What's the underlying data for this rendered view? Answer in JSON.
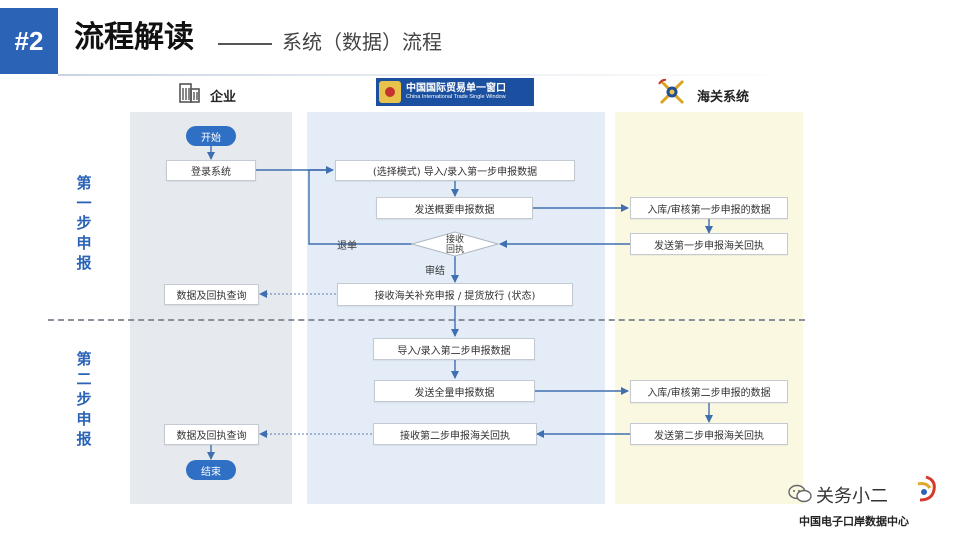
{
  "header": {
    "slide_number": "#2",
    "title": "流程解读",
    "subtitle": "系统（数据）流程"
  },
  "lanes": {
    "enterprise": {
      "title": "企业",
      "icon": "building-icon"
    },
    "single_window": {
      "logo_cn": "中国国际贸易单一窗口",
      "logo_en": "China International Trade Single Window"
    },
    "customs": {
      "title": "海关系统",
      "icon": "customs-emblem-icon"
    }
  },
  "phases": {
    "phase1": [
      "第",
      "一",
      "步",
      "申",
      "报"
    ],
    "phase2": [
      "第",
      "二",
      "步",
      "申",
      "报"
    ]
  },
  "nodes": {
    "start": "开始",
    "login": "登录系统",
    "import_step1": "(选择模式) 导入/录入第一步申报数据",
    "send_summary": "发送概要申报数据",
    "customs_review1": "入库/审核第一步申报的数据",
    "customs_receipt1": "发送第一步申报海关回执",
    "decision": "接收回执",
    "query1": "数据及回执查询",
    "receive_supplement": "接收海关补充申报 / 提货放行 (状态)",
    "import_step2": "导入/录入第二步申报数据",
    "send_full": "发送全量申报数据",
    "customs_review2": "入库/审核第二步申报的数据",
    "customs_receipt2": "发送第二步申报海关回执",
    "receive_receipt2": "接收第二步申报海关回执",
    "query2": "数据及回执查询",
    "end": "结束"
  },
  "edge_labels": {
    "reject": "退单",
    "approved": "审结"
  },
  "watermark": {
    "account": "关务小二",
    "organization": "中国电子口岸数据中心"
  },
  "colors": {
    "accent_blue": "#2b63b6",
    "arrow_blue": "#3f6fb0",
    "lane_gray": "#e6e9ee",
    "lane_blue": "#e3ecf7",
    "lane_yellow": "#fbf8e2"
  }
}
